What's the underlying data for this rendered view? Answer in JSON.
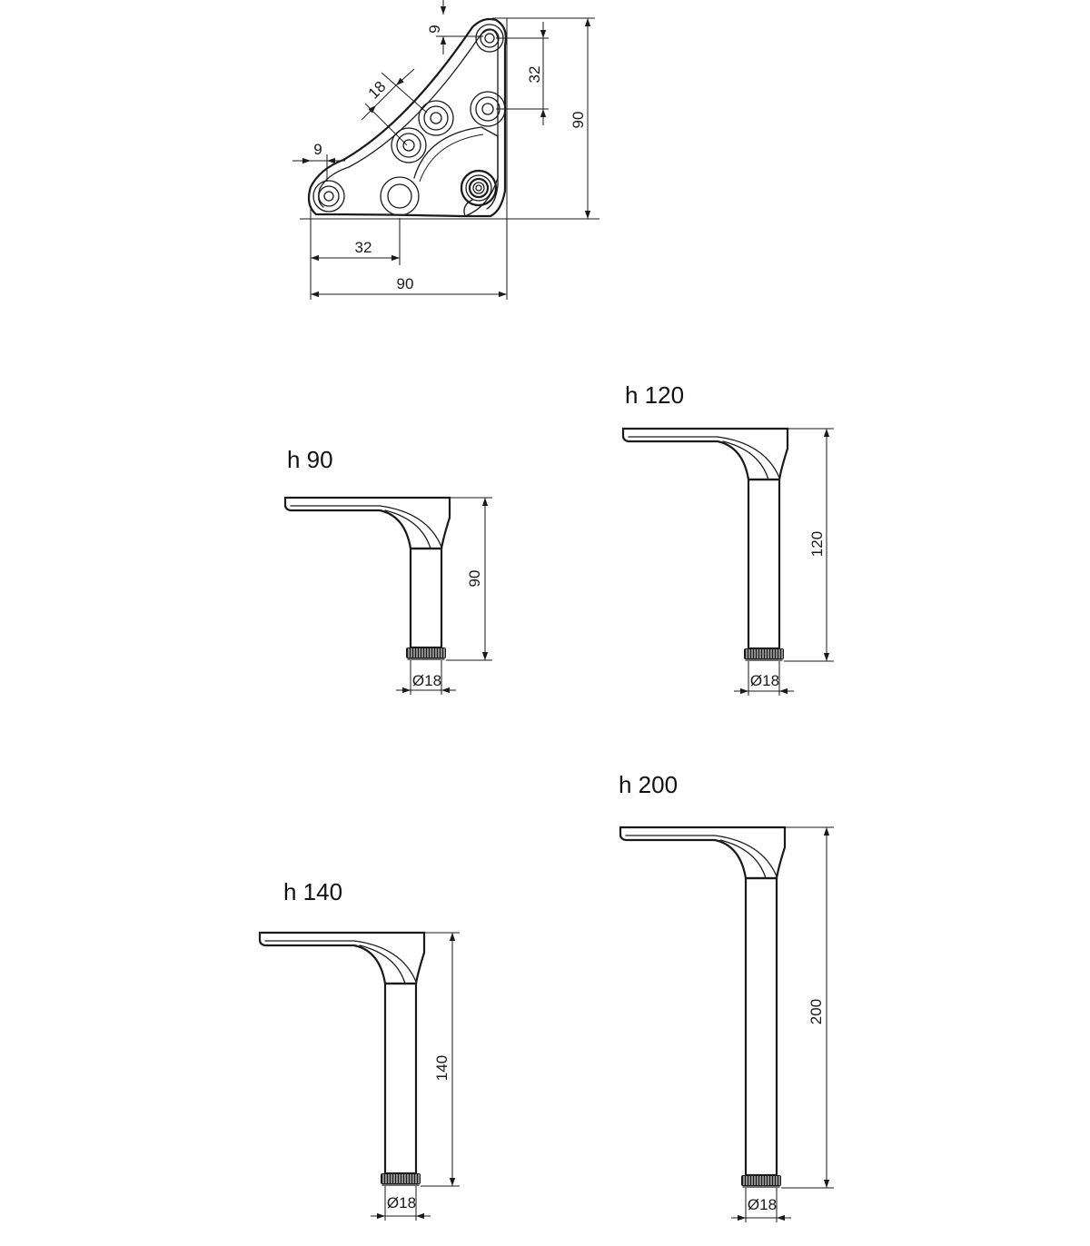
{
  "plate": {
    "dim_top_offset": "9",
    "dim_hole_spacing_vertical": "32",
    "dim_height": "90",
    "dim_diagonal": "18",
    "dim_left_offset": "9",
    "dim_hole_spacing_horizontal": "32",
    "dim_width": "90"
  },
  "legs": [
    {
      "title": "h 90",
      "height_value": 90,
      "height_label": "90",
      "diameter_label": "Ø18"
    },
    {
      "title": "h 120",
      "height_value": 120,
      "height_label": "120",
      "diameter_label": "Ø18"
    },
    {
      "title": "h 140",
      "height_value": 140,
      "height_label": "140",
      "diameter_label": "Ø18"
    },
    {
      "title": "h 200",
      "height_value": 200,
      "height_label": "200",
      "diameter_label": "Ø18"
    }
  ]
}
